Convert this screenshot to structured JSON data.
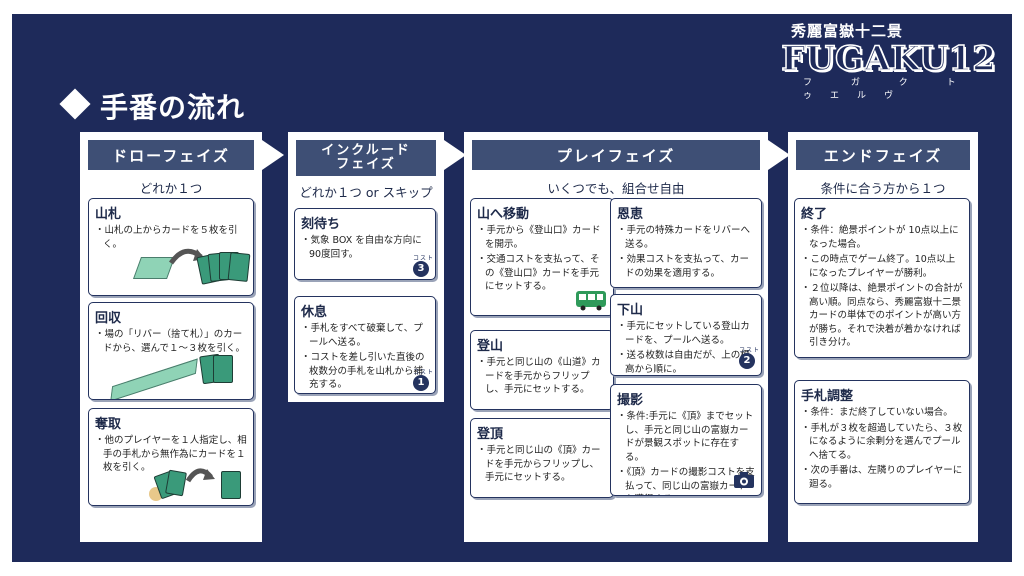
{
  "title": "手番の流れ",
  "logo": {
    "sub": "秀麗富嶽十二景",
    "main": "FUGAKU12",
    "ruby": "フ ガ ク トゥエルヴ"
  },
  "phases": {
    "draw": {
      "header": "ドローフェイズ",
      "sub": "どれか１つ",
      "cards": [
        {
          "title": "山札",
          "lines": [
            "・山札の上からカードを５枚を引く。"
          ]
        },
        {
          "title": "回収",
          "lines": [
            "・場の「リバー（捨て札）」のカードから、選んで１〜３枚を引く。"
          ]
        },
        {
          "title": "奪取",
          "lines": [
            "・他のプレイヤーを１人指定し、相手の手札から無作為にカードを１枚を引く。"
          ]
        }
      ]
    },
    "include": {
      "header": "インクルード\nフェイズ",
      "sub": "どれか１つ or スキップ",
      "cards": [
        {
          "title": "刻待ち",
          "lines": [
            "・気象 BOX を自由な方向に 90度回す。"
          ],
          "cost": "3"
        },
        {
          "title": "休息",
          "lines": [
            "・手札をすべて破棄して、プールへ送る。",
            "・コストを差し引いた直後の枚数分の手札を山札から補充する。"
          ],
          "cost": "1"
        }
      ]
    },
    "play": {
      "header": "プレイフェイズ",
      "sub": "いくつでも、組合せ自由",
      "cards": [
        {
          "title": "山へ移動",
          "lines": [
            "・手元から《登山口》カードを開示。",
            "・交通コストを支払って、その《登山口》カードを手元にセットする。"
          ]
        },
        {
          "title": "登山",
          "lines": [
            "・手元と同じ山の《山道》カードを手元からフリップし、手元にセットする。"
          ]
        },
        {
          "title": "登頂",
          "lines": [
            "・手元と同じ山の《頂》カードを手元からフリップし、手元にセットする。"
          ]
        },
        {
          "title": "恩恵",
          "lines": [
            "・手元の特殊カードをリバーへ送る。",
            "・効果コストを支払って、カードの効果を適用する。"
          ]
        },
        {
          "title": "下山",
          "lines": [
            "・手元にセットしている登山カードを、プールへ送る。",
            "・送る枚数は自由だが、上の標高から順に。"
          ],
          "cost": "2"
        },
        {
          "title": "撮影",
          "lines": [
            "・条件:手元に《頂》までセットし、手元と同じ山の富嶽カードが景観スポットに存在する。",
            "・《頂》カードの撮影コストを支払って、同じ山の富嶽カードを獲得する。"
          ]
        }
      ]
    },
    "end": {
      "header": "エンドフェイズ",
      "sub": "条件に合う方から１つ",
      "cards": [
        {
          "title": "終了",
          "lines": [
            "・条件：絶景ポイントが 10点以上になった場合。",
            "・この時点でゲーム終了。10点以上になったプレイヤーが勝利。",
            "・２位以降は、絶景ポイントの合計が高い順。同点なら、秀麗富嶽十二景カードの単体でのポイントが高い方が勝ち。それで決着が着かなければ引き分け。"
          ]
        },
        {
          "title": "手札調整",
          "lines": [
            "・条件：まだ終了していない場合。",
            "・手札が３枚を超過していたら、３枚になるように余剰分を選んでプールへ捨てる。",
            "・次の手番は、左隣りのプレイヤーに廻る。"
          ]
        }
      ]
    }
  },
  "cost_label": "コスト",
  "colors": {
    "background": "#1e2a5a",
    "header": "#3e4f75",
    "card_green": "#3a9a7a",
    "card_light": "#8fd3b6"
  }
}
